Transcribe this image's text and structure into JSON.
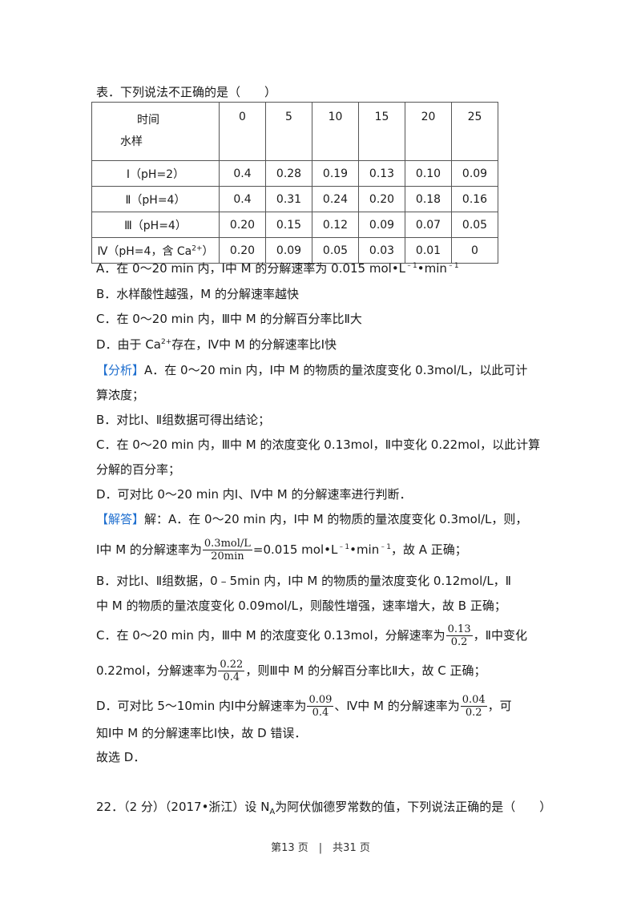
{
  "intro": "表．下列说法不正确的是（　　）",
  "table": {
    "header_top": "时间",
    "header_bottom": "水样",
    "times": [
      "0",
      "5",
      "10",
      "15",
      "20",
      "25"
    ],
    "rows": [
      {
        "label": "Ⅰ（pH=2）",
        "values": [
          "0.4",
          "0.28",
          "0.19",
          "0.13",
          "0.10",
          "0.09"
        ]
      },
      {
        "label": "Ⅱ（pH=4）",
        "values": [
          "0.4",
          "0.31",
          "0.24",
          "0.20",
          "0.18",
          "0.16"
        ]
      },
      {
        "label": "Ⅲ（pH=4）",
        "values": [
          "0.20",
          "0.15",
          "0.12",
          "0.09",
          "0.07",
          "0.05"
        ]
      },
      {
        "label": "Ⅳ（pH=4，含 Ca",
        "label_sup": "2+",
        "label_end": "）",
        "values": [
          "0.20",
          "0.09",
          "0.05",
          "0.03",
          "0.01",
          "0"
        ]
      }
    ]
  },
  "options": {
    "a": "A．在 0～20 min 内，Ⅰ中 M 的分解速率为 0.015 mol•L",
    "a_sup1": "﹣1",
    "a_mid": "•min",
    "a_sup2": "﹣1",
    "b": "B．水样酸性越强，M 的分解速率越快",
    "c": "C．在 0～20 min 内，Ⅲ中 M 的分解百分率比Ⅱ大",
    "d_pre": "D．由于 Ca",
    "d_sup": "2+",
    "d_post": "存在，Ⅳ中 M 的分解速率比Ⅰ快"
  },
  "analysis": {
    "tag": "【分析】",
    "l1": "A．在 0～20 min 内，Ⅰ中 M 的物质的量浓度变化 0.3mol/L，以此可计",
    "l2": "算浓度；",
    "l3": "B．对比Ⅰ、Ⅱ组数据可得出结论；",
    "l4": "C．在 0～20 min 内，Ⅲ中 M 的浓度变化 0.13mol，Ⅱ中变化 0.22mol，以此计算",
    "l5": "分解的百分率；",
    "l6": "D．可对比 0～20 min 内Ⅰ、Ⅳ中 M 的分解速率进行判断．"
  },
  "answer": {
    "tag": "【解答】",
    "l1": "解：A．在 0～20 min 内，Ⅰ中 M 的物质的量浓度变化 0.3mol/L，则，",
    "l2_pre": "Ⅰ中 M 的分解速率为",
    "l2_frac_num": "0.3mol/L",
    "l2_frac_den": "20min",
    "l2_mid": "=0.015 mol•L",
    "l2_sup1": "﹣1",
    "l2_mid2": "•min",
    "l2_sup2": "﹣1",
    "l2_post": "，故 A 正确；",
    "l3": "B．对比Ⅰ、Ⅱ组数据，0﹣5min 内，Ⅰ中 M 的物质的量浓度变化 0.12mol/L，Ⅱ",
    "l4": "中 M 的物质的量浓度变化 0.09mol/L，则酸性增强，速率增大，故 B 正确；",
    "l5_pre": "C．在 0～20 min 内，Ⅲ中 M 的浓度变化 0.13mol，分解速率为",
    "l5_num": "0.13",
    "l5_den": "0.2",
    "l5_post": "，Ⅱ中变化",
    "l6_pre": "0.22mol，分解速率为",
    "l6_num": "0.22",
    "l6_den": "0.4",
    "l6_post": "，则Ⅲ中 M 的分解百分率比Ⅱ大，故 C 正确；",
    "l7_pre": "D．可对比 5～10min 内Ⅰ中分解速率为",
    "l7_num1": "0.09",
    "l7_den1": "0.4",
    "l7_mid": "、Ⅳ中 M 的分解速率为",
    "l7_num2": "0.04",
    "l7_den2": "0.2",
    "l7_post": "，可",
    "l8": "知Ⅰ中 M 的分解速率比Ⅰ快，故 D 错误．",
    "l9": "故选 D．"
  },
  "q22": {
    "pre": "22．（2 分）（2017•浙江）设 N",
    "sub": "A",
    "post": "为阿伏伽德罗常数的值，下列说法正确的是（　　）"
  },
  "footer": "第13 页　|　共31 页"
}
